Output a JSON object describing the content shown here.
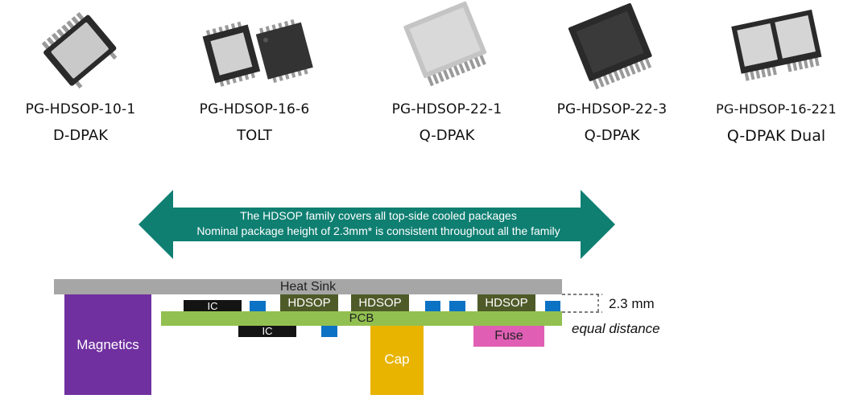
{
  "packages": [
    {
      "name": "PG-HDSOP-10-1",
      "type": "D-DPAK"
    },
    {
      "name": "PG-HDSOP-16-6",
      "type": "TOLT"
    },
    {
      "name": "PG-HDSOP-22-1",
      "type": "Q-DPAK"
    },
    {
      "name": "PG-HDSOP-22-3",
      "type": "Q-DPAK"
    },
    {
      "name": "PG-HDSOP-16-221",
      "type": "Q-DPAK Dual"
    }
  ],
  "arrow": {
    "line1": "The HDSOP family covers all top-side cooled packages",
    "line2": "Nominal package height of 2.3mm* is consistent throughout all the family"
  },
  "diagram": {
    "heat_sink": "Heat Sink",
    "pcb": "PCB",
    "magnetics": "Magnetics",
    "ic_top": "IC",
    "ic_bottom": "IC",
    "hdsop_1": "HDSOP",
    "hdsop_2": "HDSOP",
    "hdsop_3": "HDSOP",
    "cap": "Cap",
    "fuse": "Fuse",
    "height_label": "2.3 mm",
    "equal_label": "equal distance"
  },
  "colors": {
    "arrow": "#0f7f72",
    "heat_sink": "#a6a6a6",
    "pcb": "#92c050",
    "hdsop": "#4e5b29",
    "magnetics": "#7030a0",
    "cap": "#e8b400",
    "fuse": "#e05fb5",
    "ic": "#141414",
    "small_component": "#0c72c4"
  }
}
